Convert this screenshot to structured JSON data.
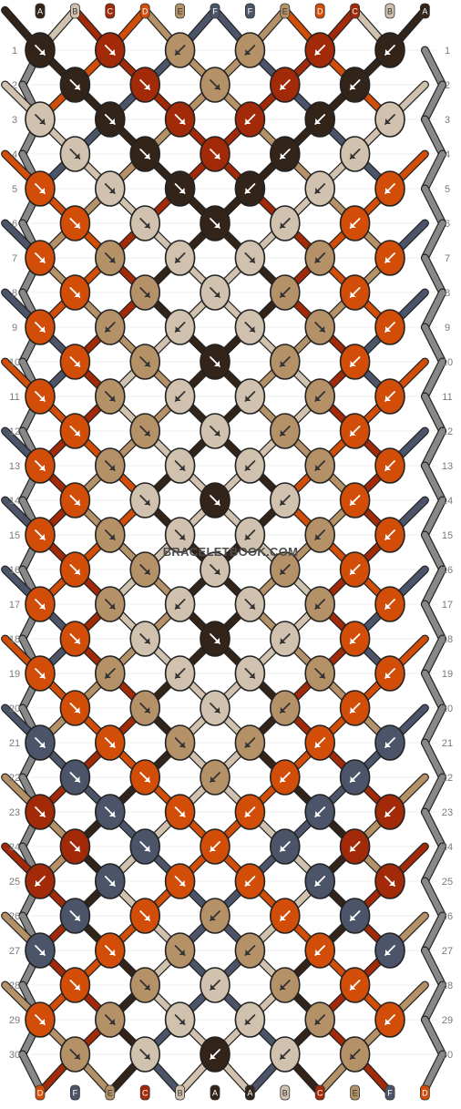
{
  "watermark": "BRACELETBOOK.COM",
  "colors": {
    "A": "#33241a",
    "B": "#d0c2ae",
    "C": "#a32a08",
    "D": "#d24e08",
    "E": "#b59168",
    "F": "#4c5469"
  },
  "top_strings": [
    "A",
    "B",
    "C",
    "D",
    "E",
    "F",
    "F",
    "E",
    "D",
    "C",
    "B",
    "A"
  ],
  "bottom_strings": [
    "D",
    "F",
    "E",
    "C",
    "B",
    "A",
    "A",
    "B",
    "C",
    "E",
    "F",
    "D"
  ],
  "row_numbers": [
    "1",
    "2",
    "3",
    "4",
    "5",
    "6",
    "7",
    "8",
    "9",
    "10",
    "11",
    "12",
    "13",
    "14",
    "15",
    "16",
    "17",
    "18",
    "19",
    "20",
    "21",
    "22",
    "23",
    "24",
    "25",
    "26",
    "27",
    "28",
    "29",
    "30"
  ],
  "knots": [
    [
      "A",
      "C",
      "E",
      "E",
      "C",
      "A"
    ],
    [
      "A",
      "C",
      "E",
      "C",
      "A"
    ],
    [
      "B",
      "A",
      "C",
      "C",
      "A",
      "B"
    ],
    [
      "B",
      "A",
      "C",
      "A",
      "B"
    ],
    [
      "D",
      "B",
      "A",
      "A",
      "B",
      "D"
    ],
    [
      "D",
      "B",
      "A",
      "B",
      "D"
    ],
    [
      "D",
      "E",
      "B",
      "B",
      "E",
      "D"
    ],
    [
      "D",
      "E",
      "B",
      "E",
      "D"
    ],
    [
      "D",
      "E",
      "B",
      "B",
      "E",
      "D"
    ],
    [
      "D",
      "E",
      "A",
      "E",
      "D"
    ],
    [
      "D",
      "E",
      "B",
      "B",
      "E",
      "D"
    ],
    [
      "D",
      "E",
      "B",
      "E",
      "D"
    ],
    [
      "D",
      "E",
      "B",
      "B",
      "E",
      "D"
    ],
    [
      "D",
      "B",
      "A",
      "B",
      "D"
    ],
    [
      "D",
      "E",
      "B",
      "B",
      "E",
      "D"
    ],
    [
      "D",
      "E",
      "B",
      "E",
      "D"
    ],
    [
      "D",
      "E",
      "B",
      "B",
      "E",
      "D"
    ],
    [
      "D",
      "B",
      "A",
      "B",
      "D"
    ],
    [
      "D",
      "E",
      "B",
      "B",
      "E",
      "D"
    ],
    [
      "D",
      "E",
      "B",
      "E",
      "D"
    ],
    [
      "F",
      "D",
      "E",
      "E",
      "D",
      "F"
    ],
    [
      "F",
      "D",
      "E",
      "D",
      "F"
    ],
    [
      "C",
      "F",
      "D",
      "D",
      "F",
      "C"
    ],
    [
      "C",
      "F",
      "D",
      "F",
      "C"
    ],
    [
      "C",
      "F",
      "D",
      "D",
      "F",
      "C"
    ],
    [
      "F",
      "D",
      "E",
      "D",
      "F"
    ],
    [
      "F",
      "D",
      "E",
      "E",
      "D",
      "F"
    ],
    [
      "D",
      "E",
      "B",
      "E",
      "D"
    ],
    [
      "D",
      "E",
      "B",
      "B",
      "E",
      "D"
    ],
    [
      "E",
      "B",
      "A",
      "B",
      "E"
    ]
  ],
  "arrows": [
    [
      "se",
      "se",
      "sw",
      "sw",
      "sw",
      "sw"
    ],
    [
      "se",
      "se",
      "se",
      "sw",
      "sw"
    ],
    [
      "se",
      "se",
      "se",
      "sw",
      "sw",
      "sw"
    ],
    [
      "se",
      "se",
      "se",
      "sw",
      "sw"
    ],
    [
      "se",
      "se",
      "se",
      "sw",
      "sw",
      "sw"
    ],
    [
      "se",
      "se",
      "se",
      "sw",
      "sw"
    ],
    [
      "se",
      "se",
      "sw",
      "se",
      "sw",
      "sw"
    ],
    [
      "se",
      "se",
      "se",
      "sw",
      "sw"
    ],
    [
      "se",
      "sw",
      "sw",
      "se",
      "se",
      "sw"
    ],
    [
      "se",
      "se",
      "se",
      "sw",
      "sw"
    ],
    [
      "se",
      "se",
      "sw",
      "sw",
      "sw",
      "sw"
    ],
    [
      "se",
      "se",
      "se",
      "sw",
      "sw"
    ],
    [
      "se",
      "se",
      "se",
      "sw",
      "sw",
      "sw"
    ],
    [
      "se",
      "se",
      "se",
      "sw",
      "sw"
    ],
    [
      "se",
      "se",
      "se",
      "sw",
      "sw",
      "sw"
    ],
    [
      "se",
      "se",
      "se",
      "sw",
      "sw"
    ],
    [
      "se",
      "se",
      "sw",
      "se",
      "sw",
      "sw"
    ],
    [
      "se",
      "se",
      "se",
      "sw",
      "sw"
    ],
    [
      "se",
      "sw",
      "sw",
      "se",
      "se",
      "sw"
    ],
    [
      "se",
      "se",
      "se",
      "sw",
      "sw"
    ],
    [
      "se",
      "se",
      "se",
      "sw",
      "sw",
      "sw"
    ],
    [
      "se",
      "se",
      "sw",
      "sw",
      "sw"
    ],
    [
      "se",
      "se",
      "se",
      "sw",
      "sw",
      "sw"
    ],
    [
      "se",
      "se",
      "sw",
      "sw",
      "sw"
    ],
    [
      "sw",
      "se",
      "se",
      "sw",
      "sw",
      "se"
    ],
    [
      "se",
      "se",
      "sw",
      "sw",
      "sw"
    ],
    [
      "se",
      "se",
      "se",
      "sw",
      "sw",
      "sw"
    ],
    [
      "se",
      "se",
      "sw",
      "sw",
      "sw"
    ],
    [
      "se",
      "se",
      "se",
      "sw",
      "sw",
      "sw"
    ],
    [
      "se",
      "se",
      "sw",
      "sw",
      "sw"
    ]
  ]
}
